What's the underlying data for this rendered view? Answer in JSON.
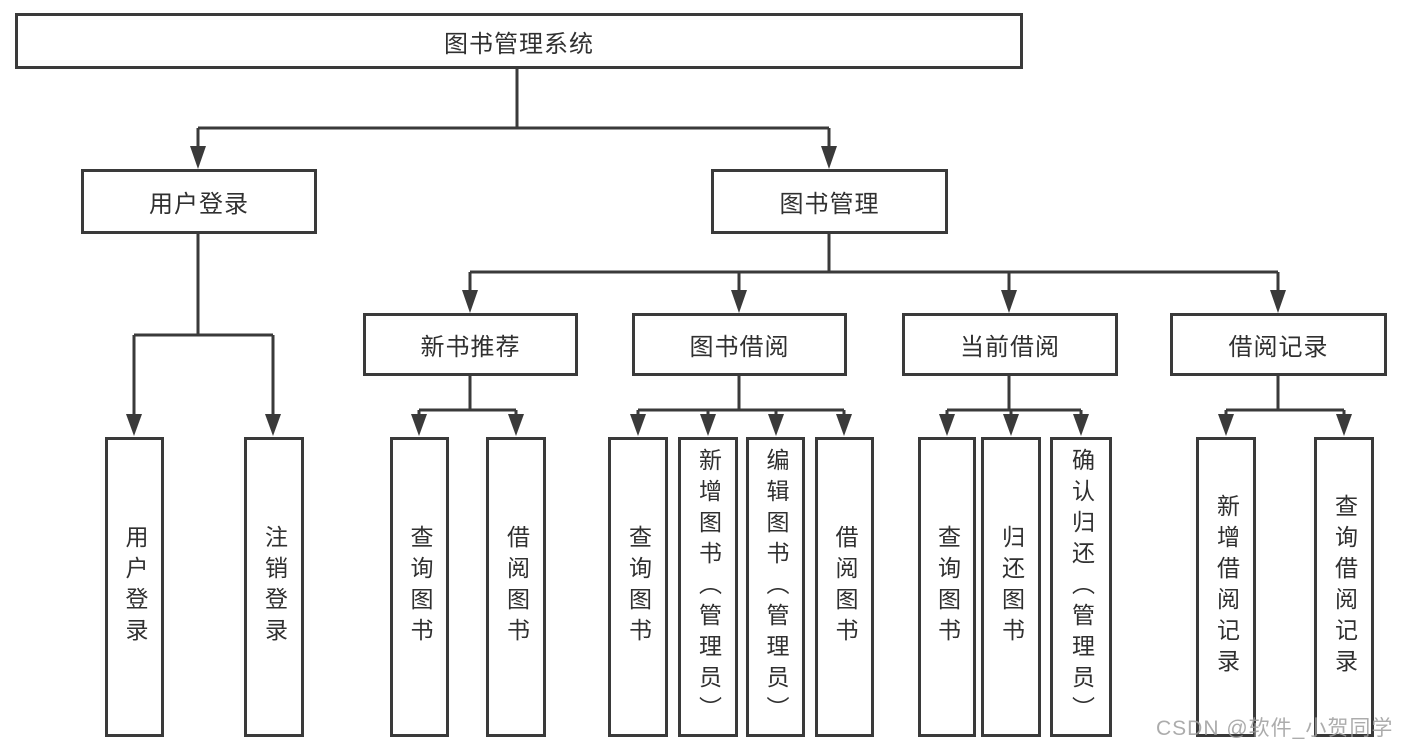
{
  "diagram": {
    "root": {
      "label": "图书管理系统"
    },
    "level2": [
      {
        "id": "user-login",
        "label": "用户登录"
      },
      {
        "id": "book-management",
        "label": "图书管理"
      }
    ],
    "level3": [
      {
        "id": "new-book-recommend",
        "label": "新书推荐"
      },
      {
        "id": "book-borrow",
        "label": "图书借阅"
      },
      {
        "id": "current-borrow",
        "label": "当前借阅"
      },
      {
        "id": "borrow-records",
        "label": "借阅记录"
      }
    ],
    "leaves": {
      "user_login": [
        {
          "label": "用户登录"
        },
        {
          "label": "注销登录"
        }
      ],
      "new_book_recommend": [
        {
          "label": "查询图书"
        },
        {
          "label": "借阅图书"
        }
      ],
      "book_borrow": [
        {
          "label": "查询图书"
        },
        {
          "label": "新增图书（管理员）"
        },
        {
          "label": "编辑图书（管理员）"
        },
        {
          "label": "借阅图书"
        }
      ],
      "current_borrow": [
        {
          "label": "查询图书"
        },
        {
          "label": "归还图书"
        },
        {
          "label": "确认归还（管理员）"
        }
      ],
      "borrow_records": [
        {
          "label": "新增借阅记录"
        },
        {
          "label": "查询借阅记录"
        }
      ]
    }
  },
  "watermark": {
    "text": "CSDN @软件_小贺同学"
  },
  "colors": {
    "line": "#3a3a3a",
    "box_border": "#3a3a3a",
    "text": "#303030",
    "watermark": "#9e9e9e",
    "background": "#ffffff"
  }
}
